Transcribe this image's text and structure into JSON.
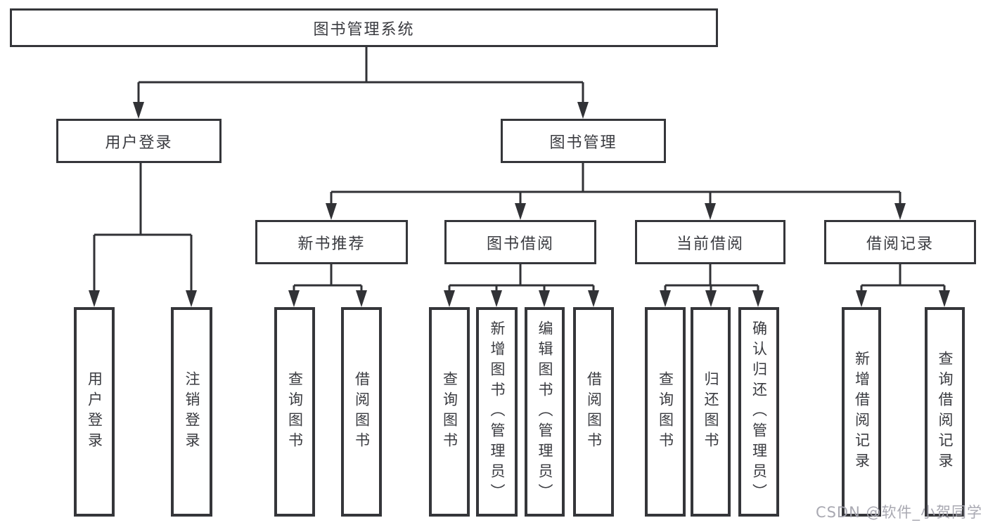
{
  "diagram": {
    "watermark": "CSDN @软件_小贺同学",
    "colors": {
      "line": "#313236",
      "box_border": "#35363a",
      "text": "#3a3b40",
      "watermark": "#a4a4ae",
      "background": "#ffffff"
    },
    "tree": {
      "label": "图书管理系统",
      "children": [
        {
          "label": "用户登录",
          "children": [
            {
              "label": "用户登录"
            },
            {
              "label": "注销登录"
            }
          ]
        },
        {
          "label": "图书管理",
          "children": [
            {
              "label": "新书推荐",
              "children": [
                {
                  "label": "查询图书"
                },
                {
                  "label": "借阅图书"
                }
              ]
            },
            {
              "label": "图书借阅",
              "children": [
                {
                  "label": "查询图书"
                },
                {
                  "label": "新增图书（管理员）"
                },
                {
                  "label": "编辑图书（管理员）"
                },
                {
                  "label": "借阅图书"
                }
              ]
            },
            {
              "label": "当前借阅",
              "children": [
                {
                  "label": "查询图书"
                },
                {
                  "label": "归还图书"
                },
                {
                  "label": "确认归还（管理员）"
                }
              ]
            },
            {
              "label": "借阅记录",
              "children": [
                {
                  "label": "新增借阅记录"
                },
                {
                  "label": "查询借阅记录"
                }
              ]
            }
          ]
        }
      ]
    }
  }
}
